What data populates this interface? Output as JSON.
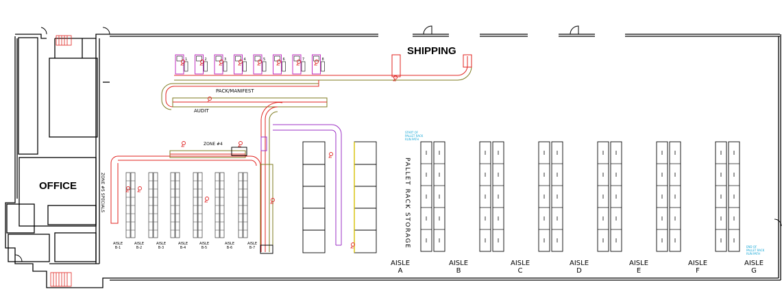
{
  "labels": {
    "office": "OFFICE",
    "shipping": "SHIPPING",
    "pack_manifest": "PACK/MANIFEST",
    "audit": "AUDIT",
    "zone4": "ZONE #4",
    "zone_specials": "ZONE #5 SPECIALS",
    "pallet_rack": "PALLET RACK STORAGE"
  },
  "shelving_aisles": [
    {
      "line1": "AISLE",
      "line2": "B-1"
    },
    {
      "line1": "AISLE",
      "line2": "B-2"
    },
    {
      "line1": "AISLE",
      "line2": "B-3"
    },
    {
      "line1": "AISLE",
      "line2": "B-4"
    },
    {
      "line1": "AISLE",
      "line2": "B-5"
    },
    {
      "line1": "AISLE",
      "line2": "B-6"
    },
    {
      "line1": "AISLE",
      "line2": "B-7"
    }
  ],
  "pallet_aisles": [
    {
      "line1": "AISLE",
      "line2": "A"
    },
    {
      "line1": "AISLE",
      "line2": "B"
    },
    {
      "line1": "AISLE",
      "line2": "C"
    },
    {
      "line1": "AISLE",
      "line2": "D"
    },
    {
      "line1": "AISLE",
      "line2": "E"
    },
    {
      "line1": "AISLE",
      "line2": "F"
    },
    {
      "line1": "AISLE",
      "line2": "G"
    }
  ],
  "pack_stations": [
    "1",
    "2",
    "3",
    "4",
    "5",
    "6",
    "7",
    "8"
  ],
  "colors": {
    "wall": "#000000",
    "conveyor_red": "#e0201c",
    "conveyor_olive": "#7d7a1e",
    "conveyor_purple": "#9b2fc4",
    "station_magenta": "#c02cc0",
    "note_cyan": "#12a6d6",
    "fire_ext": "#e02020"
  }
}
